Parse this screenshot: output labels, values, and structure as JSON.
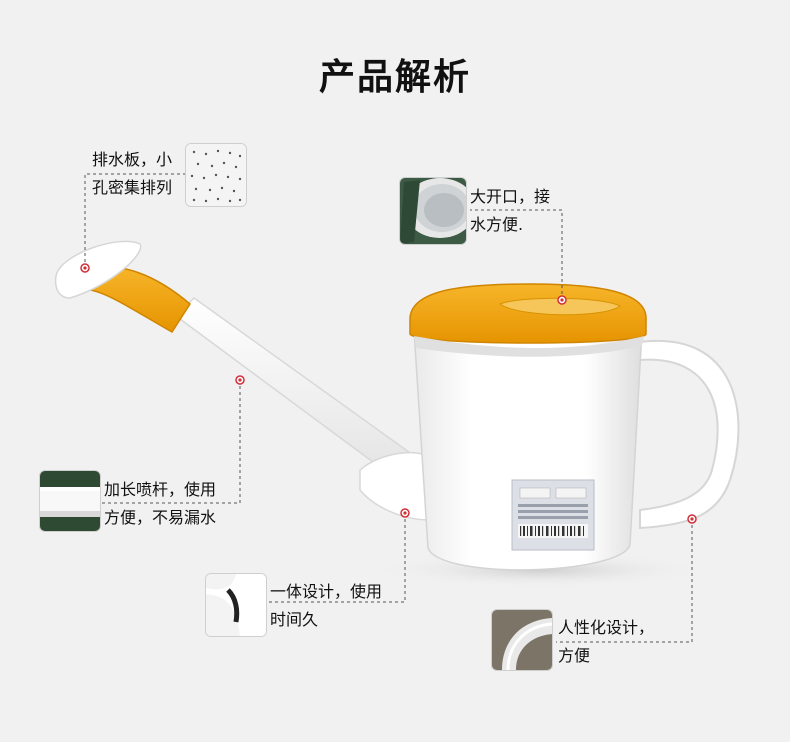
{
  "title": "产品解析",
  "callouts": {
    "drain_board": {
      "line1": "排水板，小",
      "line2": "孔密集排列"
    },
    "large_opening": {
      "line1": "大开口，接",
      "line2": "水方便."
    },
    "long_spout": {
      "line1": "加长喷杆，使用",
      "line2": "方便，不易漏水"
    },
    "one_piece": {
      "line1": "一体设计，使用",
      "line2": "时间久"
    },
    "ergonomic": {
      "line1": "人性化设计，",
      "line2": "方便"
    }
  },
  "colors": {
    "accent": "#f2a50a",
    "can_body": "#ffffff",
    "background": "#f1f1f1",
    "marker": "#d0303a"
  }
}
